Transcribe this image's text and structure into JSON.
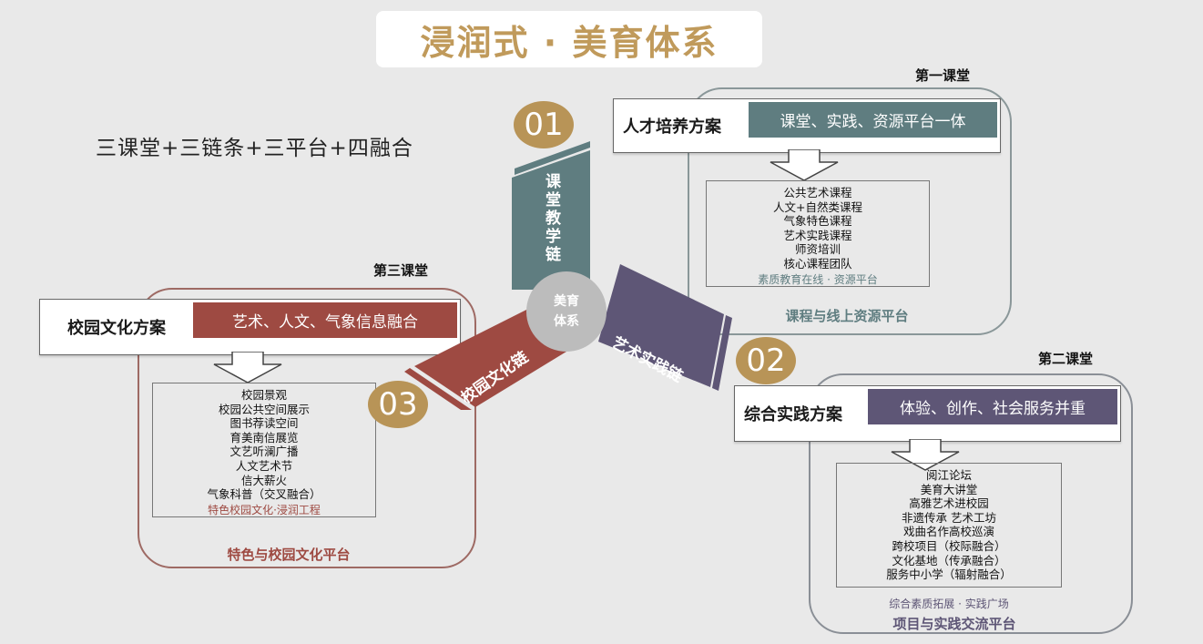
{
  "title": "浸润式 · 美育体系",
  "formula": "三课堂+三链条+三平台+四融合",
  "center": {
    "line1": "美育",
    "line2": "体系"
  },
  "chains": {
    "teaching": "课堂教学链",
    "practice": "艺术实践链",
    "culture": "校园文化链"
  },
  "numbers": {
    "n1": "01",
    "n2": "02",
    "n3": "03"
  },
  "first": {
    "label": "第一课堂",
    "plan": "人才培养方案",
    "tag": "课堂、实践、资源平台一体",
    "items": [
      "公共艺术课程",
      "人文+自然类课程",
      "气象特色课程",
      "艺术实践课程",
      "师资培训",
      "核心课程团队"
    ],
    "foot": "素质教育在线 · 资源平台",
    "platform": "课程与线上资源平台",
    "color": "#5f7d80"
  },
  "second": {
    "label": "第二课堂",
    "plan": "综合实践方案",
    "tag": "体验、创作、社会服务并重",
    "items": [
      "阅江论坛",
      "美育大讲堂",
      "高雅艺术进校园",
      "非遗传承 艺术工坊",
      "戏曲名作高校巡演",
      "跨校项目（校际融合）",
      "文化基地（传承融合）",
      "服务中小学（辐射融合）"
    ],
    "foot": "综合素质拓展 · 实践广场",
    "platform": "项目与实践交流平台",
    "color": "#5e5676"
  },
  "third": {
    "label": "第三课堂",
    "plan": "校园文化方案",
    "tag": "艺术、人文、气象信息融合",
    "items": [
      "校园景观",
      "校园公共空间展示",
      "图书荐读空间",
      "育美南信展览",
      "文艺听澜广播",
      "人文艺术节",
      "信大薪火",
      "气象科普（交叉融合）"
    ],
    "foot": "特色校园文化·浸润工程",
    "platform": "特色与校园文化平台",
    "color": "#9e4a42"
  }
}
